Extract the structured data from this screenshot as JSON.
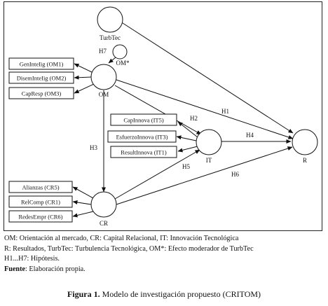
{
  "nodes": {
    "turbtec": "TurbTec",
    "om_star": "OM*",
    "om": "OM",
    "it": "IT",
    "cr": "CR",
    "r": "R"
  },
  "hypotheses": {
    "h1": "H1",
    "h2": "H2",
    "h3": "H3",
    "h4": "H4",
    "h5": "H5",
    "h6": "H6",
    "h7": "H7"
  },
  "om_indicators": [
    "GenInteIig (OM1)",
    "DisemInteIig (OM2)",
    "CapResp (OM3)"
  ],
  "it_indicators": [
    "CapInnova (IT5)",
    "EsfuerzoInnova (IT3)",
    "ResultInnova (IT1)"
  ],
  "cr_indicators": [
    "Alianzas (CR5)",
    "RelComp (CR1)",
    "RedesEmpr (CR6)"
  ],
  "notes": {
    "line1": "OM: Orientación al mercado, CR: Capital Relacional, IT: Innovación Tecnológica",
    "line2": "R: Resultados, TurbTec: Turbulencia Tecnológica, OM*: Efecto moderador de TurbTec",
    "line3": "H1...H7: Hipótesis.",
    "source_label": "Fuente",
    "source_text": ": Elaboración propia."
  },
  "caption": {
    "label": "Figura 1.",
    "text": " Modelo de investigación propuesto (CRITOM)"
  },
  "colors": {
    "line": "#111111",
    "background": "#ffffff"
  }
}
